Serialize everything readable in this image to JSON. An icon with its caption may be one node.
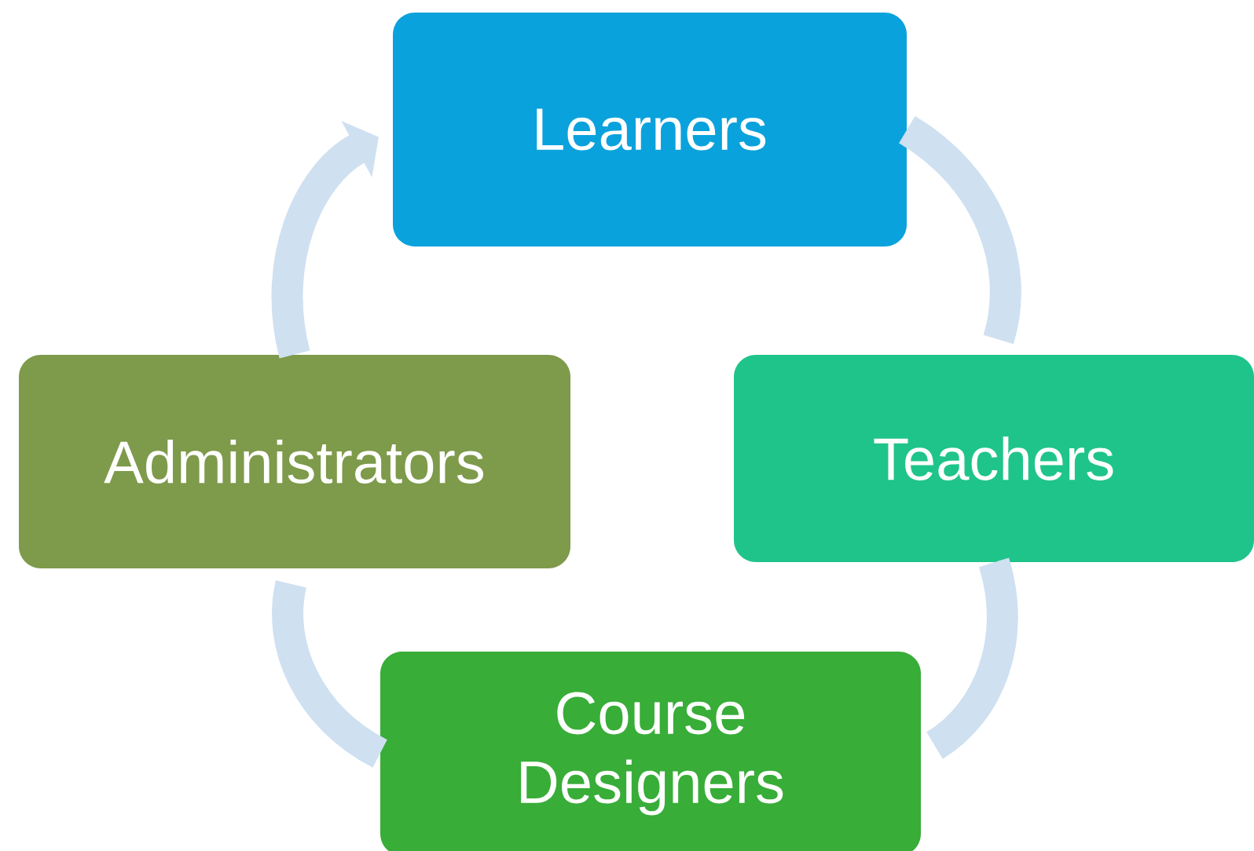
{
  "diagram": {
    "nodes": [
      {
        "text": [
          "Learners"
        ]
      },
      {
        "text": [
          "Teachers"
        ]
      },
      {
        "text": [
          "Course Designers"
        ]
      },
      {
        "text": [
          "Administrators"
        ]
      }
    ],
    "edges": [
      {
        "from": 0,
        "to": 1,
        "arrow": "none"
      },
      {
        "from": 1,
        "to": 2,
        "arrow": "none"
      },
      {
        "from": 2,
        "to": 3,
        "arrow": "none"
      },
      {
        "from": 3,
        "to": 0,
        "arrow": "to"
      }
    ]
  }
}
